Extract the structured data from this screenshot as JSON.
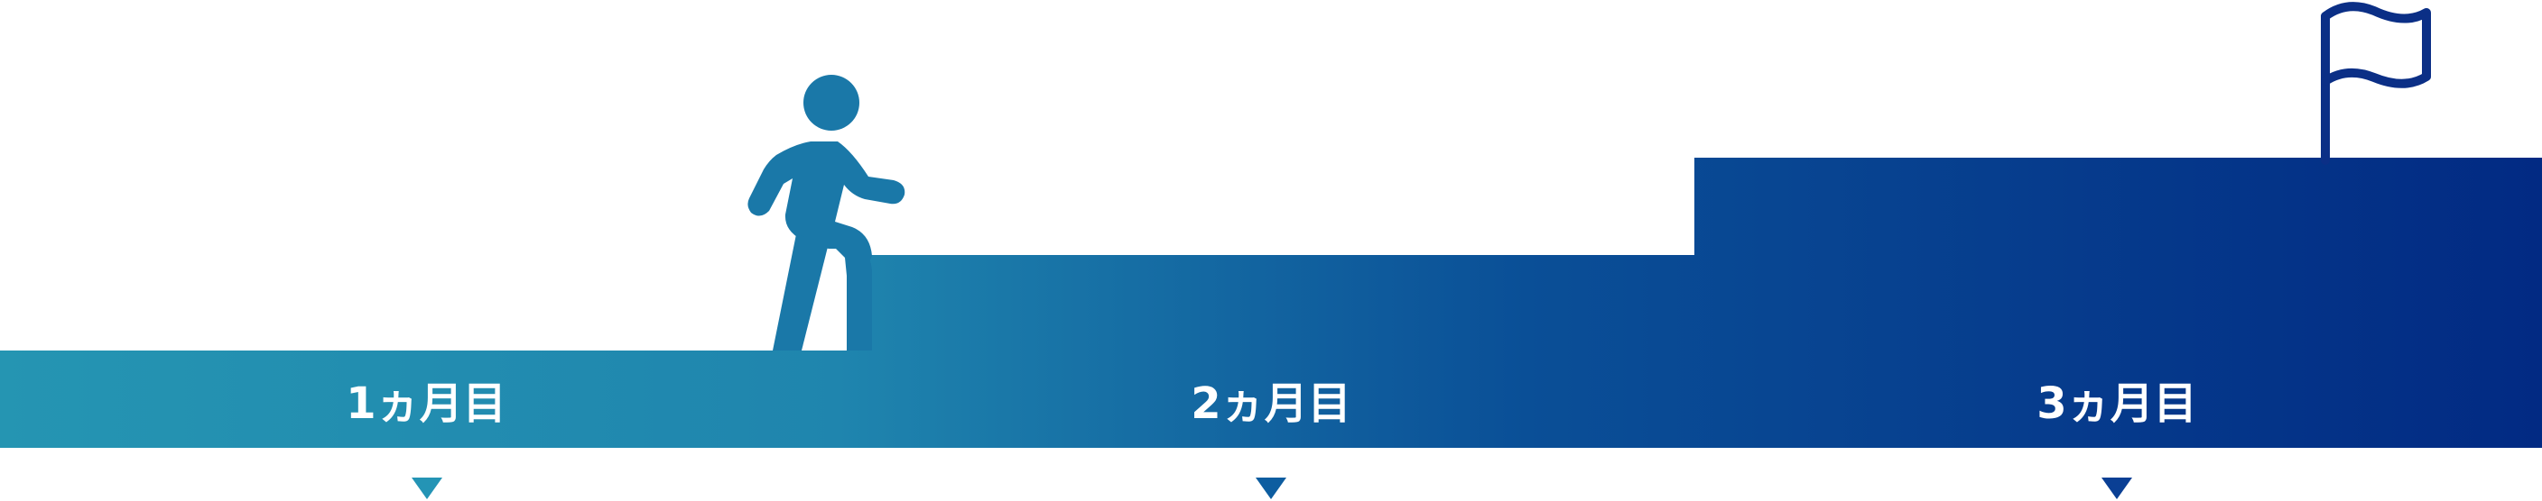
{
  "steps": [
    {
      "label": "1ヵ月目"
    },
    {
      "label": "2ヵ月目"
    },
    {
      "label": "3ヵ月目"
    }
  ],
  "colors": {
    "gradient_start": "#2595b2",
    "gradient_mid": "#1a7aaa",
    "gradient_end": "#022a83",
    "walker": "#1a78a8",
    "flag": "#0b2f86",
    "arrow_1": "#2494b5",
    "arrow_2": "#0d5da0",
    "arrow_3": "#0a3f94"
  },
  "icons": {
    "walker": "walking-person-icon",
    "goal": "goal-flag-icon",
    "marker": "down-triangle-icon"
  }
}
